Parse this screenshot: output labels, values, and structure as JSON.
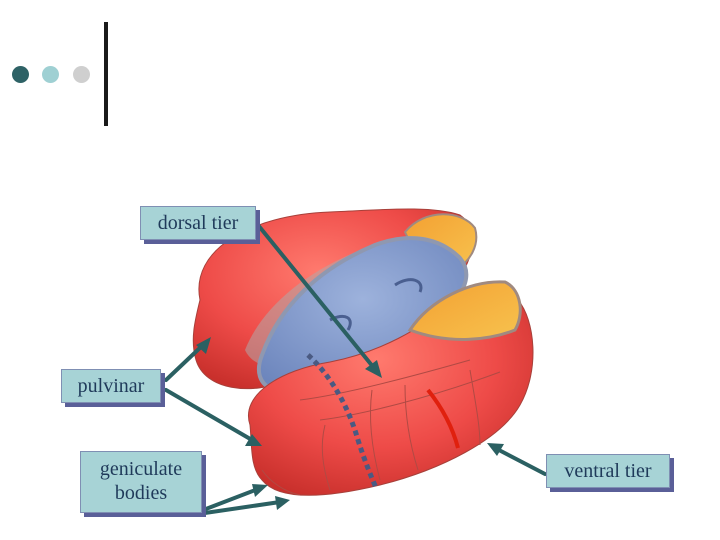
{
  "colors": {
    "dot_1": "#2e6266",
    "dot_2": "#9fd0d3",
    "dot_3": "#cfcfcf",
    "label_fill": "#a7d3d6",
    "arrow": "#2b6062",
    "thalamus_red": "#ee4b48",
    "thalamus_blue": "#7f99cc",
    "thalamus_orange": "#f5a22a"
  },
  "labels": {
    "dorsal_tier": "dorsal tier",
    "pulvinar": "pulvinar",
    "geniculate_bodies_line1": "geniculate",
    "geniculate_bodies_line2": "bodies",
    "ventral_tier": "ventral tier"
  }
}
